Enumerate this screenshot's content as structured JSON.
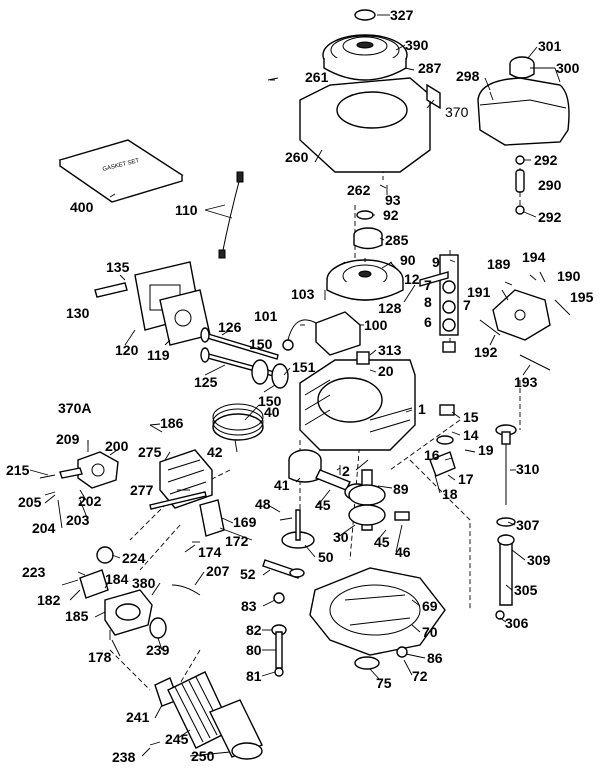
{
  "gasket_set_text": "GASKET SET",
  "labels": [
    "327",
    "390",
    "301",
    "300",
    "298",
    "261",
    "287",
    "370",
    "260",
    "292",
    "290",
    "292",
    "262",
    "93",
    "92",
    "285",
    "400",
    "110",
    "9",
    "90",
    "189",
    "194",
    "190",
    "195",
    "135",
    "130",
    "12",
    "103",
    "128",
    "8",
    "7",
    "191",
    "7",
    "6",
    "120",
    "119",
    "126",
    "101",
    "100",
    "150",
    "192",
    "193",
    "313",
    "20",
    "125",
    "151",
    "40",
    "150",
    "1",
    "15",
    "14",
    "370A",
    "186",
    "209",
    "200",
    "275",
    "42",
    "16",
    "19",
    "310",
    "215",
    "17",
    "205",
    "202",
    "41",
    "2",
    "45",
    "89",
    "18",
    "277",
    "204",
    "203",
    "48",
    "169",
    "307",
    "172",
    "174",
    "30",
    "45",
    "46",
    "50",
    "309",
    "224",
    "223",
    "207",
    "182",
    "184",
    "52",
    "380",
    "305",
    "185",
    "83",
    "69",
    "306",
    "178",
    "239",
    "82",
    "70",
    "80",
    "86",
    "81",
    "75",
    "72",
    "241",
    "245",
    "238",
    "250"
  ]
}
